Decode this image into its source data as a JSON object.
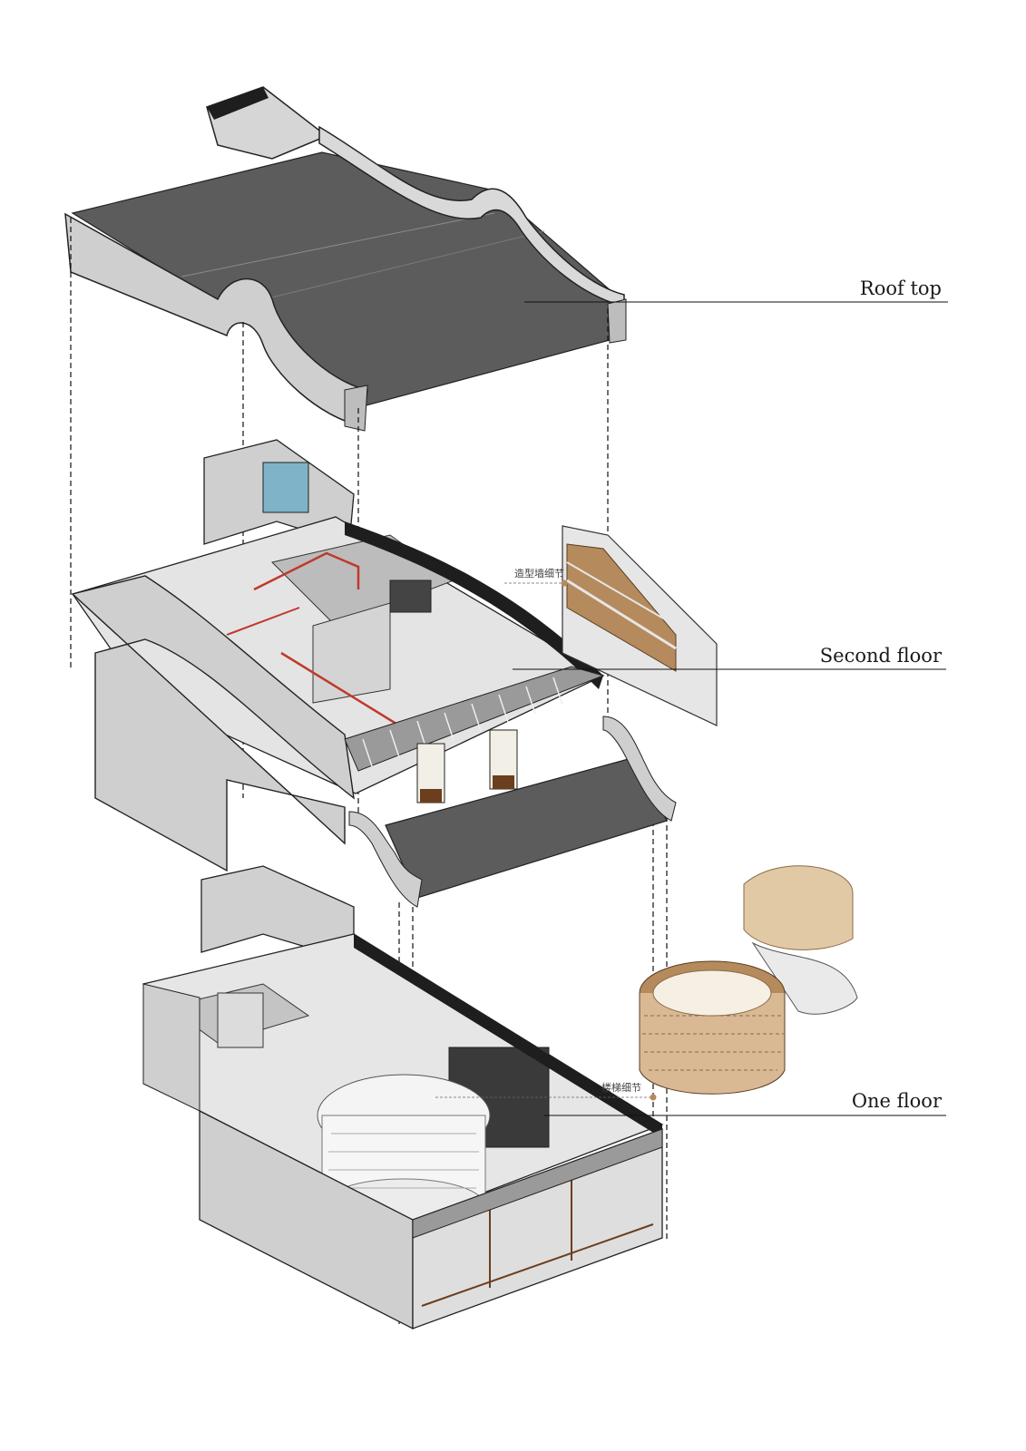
{
  "labels": {
    "roof": "Roof top",
    "second": "Second floor",
    "first": "One floor",
    "wall_detail": "造型墙细节",
    "stair_detail": "楼梯细节"
  },
  "colors": {
    "roof_tile": "#5c5c5c",
    "wall": "#cfcfcf",
    "wall_dark": "#a9a9a9",
    "wood": "#b58a5c",
    "pipe": "#c0392b",
    "glass": "#7fb3c8"
  }
}
